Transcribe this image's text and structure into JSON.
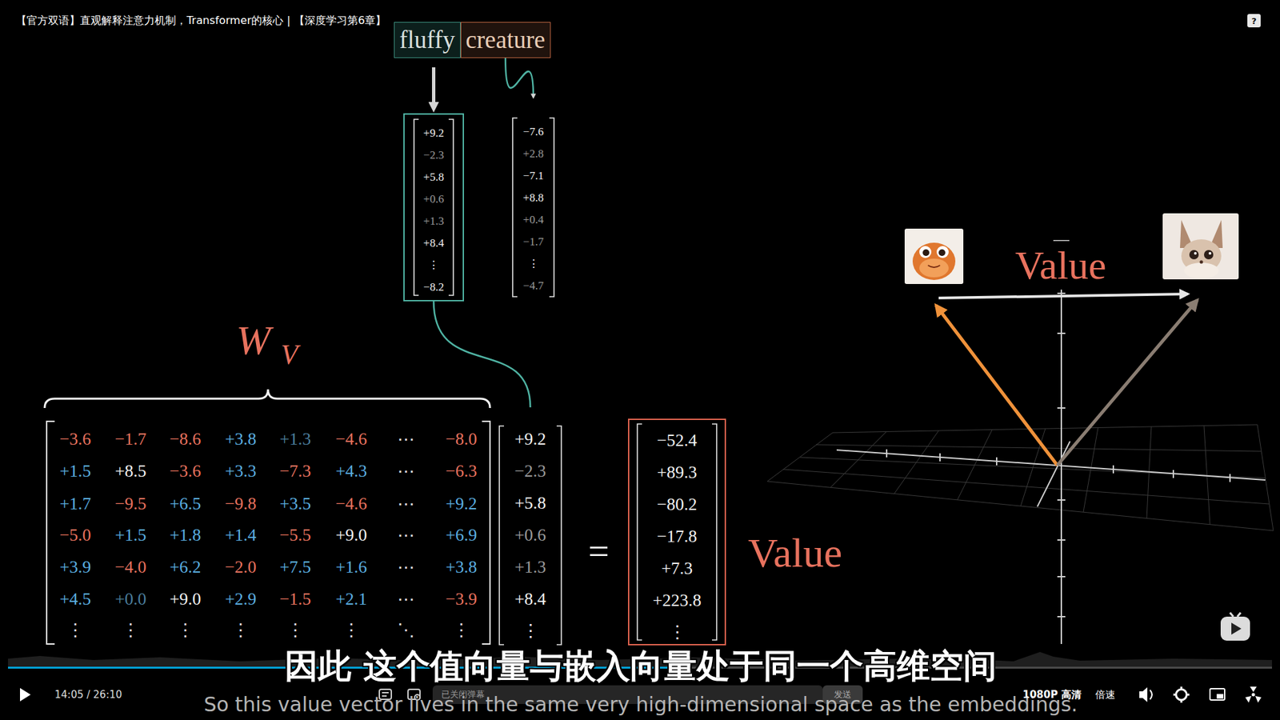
{
  "diagram": {
    "title": "【官方双语】直观解释注意力机制，Transformer的核心 | 【深度学习第6章】",
    "nodes": [
      {
        "text": [
          "fluffy"
        ]
      },
      {
        "text": [
          "creature"
        ]
      },
      {
        "text": [
          "+9.2",
          "−2.3",
          "+5.8",
          "+0.6",
          "+1.3",
          "+8.4",
          "⋮",
          "−8.2"
        ]
      },
      {
        "text": [
          "−7.6",
          "+2.8",
          "−7.1",
          "+8.8",
          "+0.4",
          "−1.7",
          "⋮",
          "−4.7"
        ]
      },
      {
        "text": [
          "+9.2",
          "−2.3",
          "+5.8",
          "+0.6",
          "+1.3",
          "+8.4",
          "⋮"
        ]
      },
      {
        "text": [
          "−52.4",
          "+89.3",
          "−80.2",
          "−17.8",
          "+7.3",
          "+223.8",
          "⋮"
        ]
      }
    ],
    "edges": [
      {
        "from": 0,
        "to": 2,
        "arrow": "to"
      },
      {
        "from": 1,
        "to": 3,
        "arrow": "to"
      },
      {
        "from": 2,
        "to": 4,
        "arrow": "none"
      }
    ],
    "labels": [
      "?",
      "W",
      "V",
      "−3.6",
      "−1.7",
      "−8.6",
      "+3.8",
      "+1.3",
      "−4.6",
      "⋯",
      "−8.0",
      "+1.5",
      "+8.5",
      "−3.6",
      "+3.3",
      "−7.3",
      "+4.3",
      "⋯",
      "−6.3",
      "+1.7",
      "−9.5",
      "+6.5",
      "−9.8",
      "+3.5",
      "−4.6",
      "⋯",
      "+9.2",
      "−5.0",
      "+1.5",
      "+1.8",
      "+1.4",
      "−5.5",
      "+9.0",
      "⋯",
      "+6.9",
      "+3.9",
      "−4.0",
      "+6.2",
      "−2.0",
      "+7.5",
      "+1.6",
      "⋯",
      "+3.8",
      "+4.5",
      "+0.0",
      "+9.0",
      "+2.9",
      "−1.5",
      "+2.1",
      "⋯",
      "−3.9",
      "⋮",
      "⋮",
      "⋮",
      "⋮",
      "⋮",
      "⋮",
      "⋱",
      "⋮",
      "=",
      "Value",
      "Value",
      "因此 这个值向量与嵌入向量处于同一个高维空间",
      "So this value vector lives in the same very high-dimensional space as the embeddings.",
      "14:05 / 26:10",
      "已关闭弹幕",
      "发送",
      "1080P 高清",
      "倍速"
    ]
  }
}
